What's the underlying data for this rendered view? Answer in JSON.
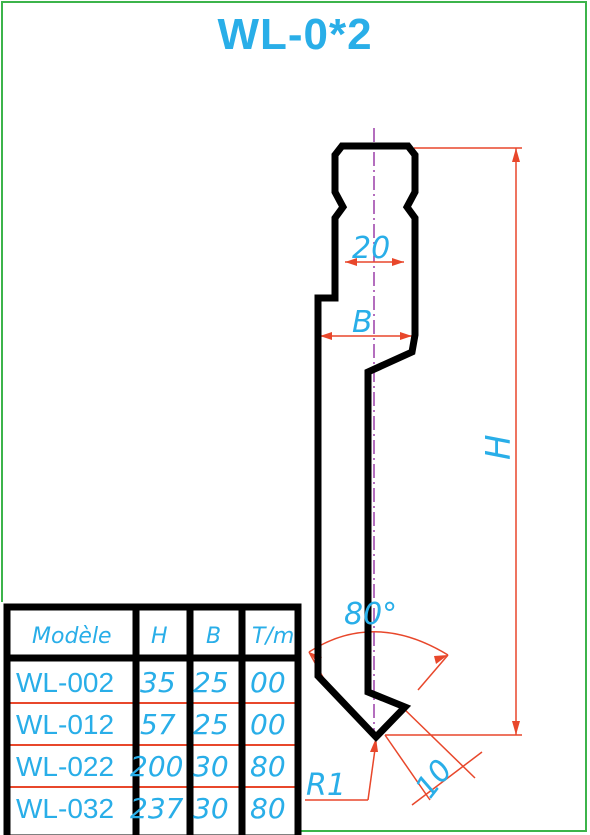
{
  "title": "WL-0*2",
  "dimensions": {
    "top_width": "20",
    "B": "B",
    "H": "H",
    "angle": "80°",
    "radius": "R1",
    "tip": "10"
  },
  "table": {
    "headers": [
      "Modèle",
      "H",
      "B",
      "T/m"
    ],
    "rows": [
      [
        "WL-002",
        "35",
        "25",
        "00"
      ],
      [
        "WL-012",
        "57",
        "25",
        "00"
      ],
      [
        "WL-022",
        "200",
        "30",
        "80"
      ],
      [
        "WL-032",
        "237",
        "30",
        "80"
      ]
    ]
  },
  "colors": {
    "frame": "#3cb44b",
    "text": "#29aee8",
    "dimension_lines": "#e8472b",
    "centerline": "#9b3fa8",
    "outline": "#000000"
  }
}
